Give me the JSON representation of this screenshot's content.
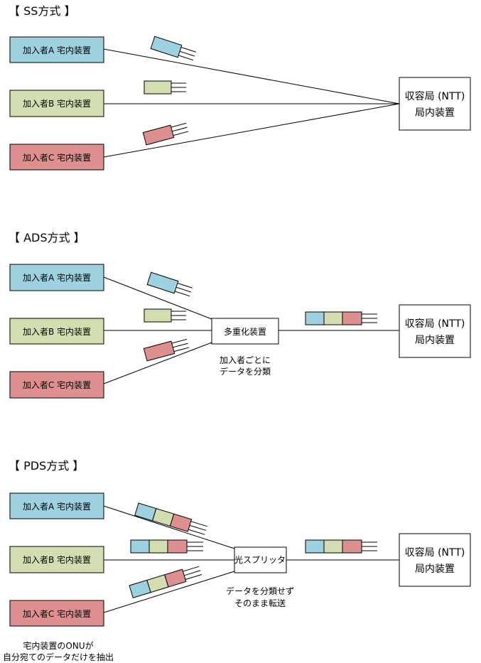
{
  "colors": {
    "subscriber_a": "#9dd1df",
    "subscriber_b": "#d3deb0",
    "subscriber_c": "#de8f8f",
    "line": "#000000",
    "box_fill": "#ffffff"
  },
  "sections": [
    {
      "heading": "【  SS方式  】",
      "subscribers": [
        "加入者A  宅内装置",
        "加入者B  宅内装置",
        "加入者C  宅内装置"
      ],
      "station": [
        "収容局 (NTT)",
        "局内装置"
      ]
    },
    {
      "heading": "【  ADS方式  】",
      "subscribers": [
        "加入者A  宅内装置",
        "加入者B  宅内装置",
        "加入者C  宅内装置"
      ],
      "device": "多重化装置",
      "device_note": [
        "加入者ごとに",
        "データを分類"
      ],
      "station": [
        "収容局 (NTT)",
        "局内装置"
      ]
    },
    {
      "heading": "【  PDS方式  】",
      "subscribers": [
        "加入者A  宅内装置",
        "加入者B  宅内装置",
        "加入者C  宅内装置"
      ],
      "device": "光スプリッタ",
      "device_note": [
        "データを分類せず",
        "そのまま転送"
      ],
      "onu_note": [
        "宅内装置のONUが",
        "自分宛てのデータだけを抽出"
      ],
      "station": [
        "収容局 (NTT)",
        "局内装置"
      ]
    }
  ]
}
